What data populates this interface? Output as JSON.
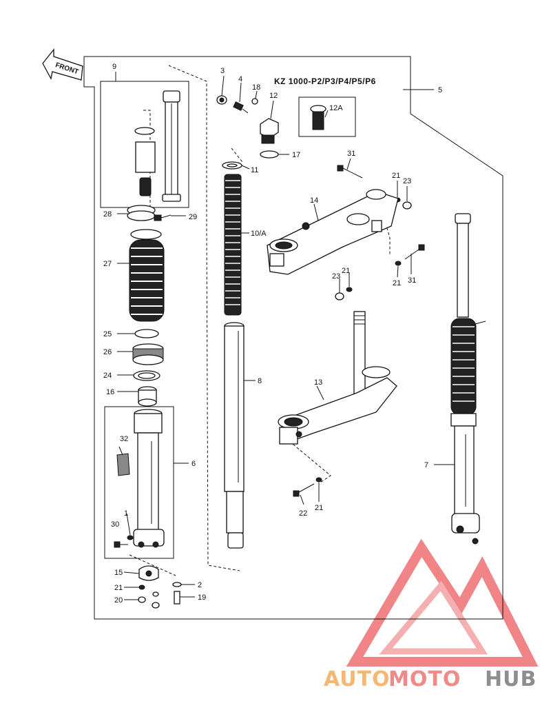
{
  "diagram": {
    "front_arrow_text": "FRONT",
    "model_title": "KZ 1000-P2/P3/P4/P5/P6",
    "part_labels": {
      "p1": "1",
      "p2": "2",
      "p3": "3",
      "p4": "4",
      "p5": "5",
      "p6": "6",
      "p7": "7",
      "p8": "8",
      "p9": "9",
      "p10": "10/A",
      "p11": "11",
      "p12": "12",
      "p12a": "12A",
      "p13": "13",
      "p14": "14",
      "p15": "15",
      "p16": "16",
      "p17": "17",
      "p18": "18",
      "p19": "19",
      "p20": "20",
      "p21a": "21",
      "p21b": "21",
      "p21c": "21",
      "p21d": "21",
      "p21e": "21",
      "p22": "22",
      "p23a": "23",
      "p23b": "23",
      "p24": "24",
      "p25": "25",
      "p26": "26",
      "p27": "27",
      "p28": "28",
      "p29": "29",
      "p30": "30",
      "p31a": "31",
      "p31b": "31",
      "p32": "32"
    }
  },
  "watermark": {
    "part1": "AUTO",
    "part2": "MOTO",
    "part3": "HUB",
    "colors": {
      "auto": "#f6b774",
      "moto": "#f08a88",
      "hub": "#8e8e8e",
      "triangle": "#ee6f72"
    }
  }
}
